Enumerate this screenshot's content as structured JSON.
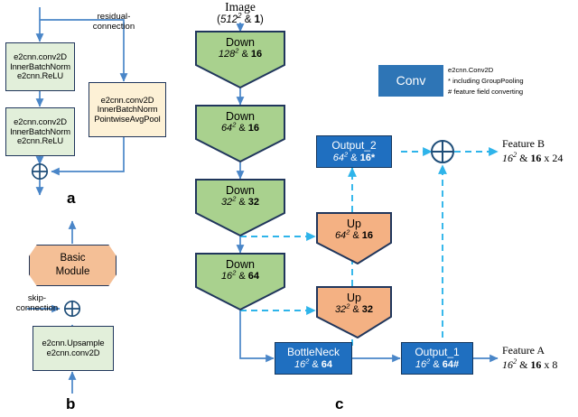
{
  "figure": {
    "panels": [
      {
        "id": "a",
        "label": "a"
      },
      {
        "id": "b",
        "label": "b"
      },
      {
        "id": "c",
        "label": "c"
      }
    ]
  },
  "panel_a": {
    "residual_label_line1": "residual-",
    "residual_label_line2": "connection",
    "block_left_top": {
      "line1": "e2cnn.conv2D",
      "line2": "InnerBatchNorm",
      "line3": "e2cnn.ReLU"
    },
    "block_left_bottom": {
      "line1": "e2cnn.conv2D",
      "line2": "InnerBatchNorm",
      "line3": "e2cnn.ReLU"
    },
    "block_right": {
      "line1": "e2cnn.conv2D",
      "line2": "InnerBatchNorm",
      "line3": "PointwiseAvgPool"
    },
    "sum_symbol": "+"
  },
  "panel_b": {
    "basic_module_line1": "Basic",
    "basic_module_line2": "Module",
    "skip_label_line1": "skip-",
    "skip_label_line2": "connection",
    "upsample_block": {
      "line1": "e2cnn.Upsample",
      "line2": "e2cnn.conv2D"
    },
    "sum_symbol": "+"
  },
  "panel_c": {
    "input_title": "Image",
    "input_shape_prefix": "(",
    "input_shape_size": "512",
    "input_shape_exp": "2",
    "input_shape_mid": " & ",
    "input_shape_ch": "1",
    "input_shape_suffix": ")",
    "encoder": [
      {
        "name": "Down",
        "size": "128",
        "exp": "2",
        "sep": " & ",
        "channels": "16"
      },
      {
        "name": "Down",
        "size": "64",
        "exp": "2",
        "sep": " & ",
        "channels": "16"
      },
      {
        "name": "Down",
        "size": "32",
        "exp": "2",
        "sep": " & ",
        "channels": "32"
      },
      {
        "name": "Down",
        "size": "16",
        "exp": "2",
        "sep": " & ",
        "channels": "64"
      }
    ],
    "bottleneck": {
      "name": "BottleNeck",
      "size": "16",
      "exp": "2",
      "sep": " & ",
      "channels": "64"
    },
    "decoder": [
      {
        "name": "Up",
        "size": "32",
        "exp": "2",
        "sep": " & ",
        "channels": "32"
      },
      {
        "name": "Up",
        "size": "64",
        "exp": "2",
        "sep": " & ",
        "channels": "16"
      }
    ],
    "outputs": [
      {
        "name": "Output_1",
        "size": "16",
        "exp": "2",
        "sep": " & ",
        "channels": "64#"
      },
      {
        "name": "Output_2",
        "size": "64",
        "exp": "2",
        "sep": " & ",
        "channels": "16*"
      }
    ],
    "features": [
      {
        "name": "Feature A",
        "size": "16",
        "exp": "2",
        "sep": " & ",
        "channels": "16",
        "mult": " x 8"
      },
      {
        "name": "Feature B",
        "size": "16",
        "exp": "2",
        "sep": " & ",
        "channels": "16",
        "mult": " x 24"
      }
    ],
    "sum_symbol": "+"
  },
  "legend": {
    "conv_label": "Conv",
    "note_line1": "e2cnn.Conv2D",
    "note_line2": "* including GroupPooling",
    "note_line3": "# feature field converting"
  },
  "colors": {
    "green_fill": "#a9d18e",
    "green_light": "#e2efda",
    "orange_fill": "#f4b183",
    "orange_light": "#f4bf96",
    "tan_fill": "#fdf1d6",
    "blue_fill": "#1f6fc0",
    "legend_blue": "#2e75b6",
    "arrow_solid": "#4a86c8",
    "arrow_dashed": "#2eb4ea",
    "outline_dark": "#20365c"
  }
}
